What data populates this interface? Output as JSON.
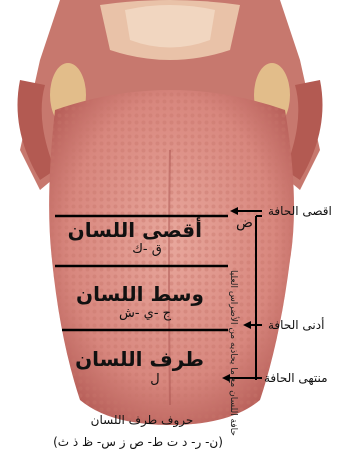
{
  "zones": [
    {
      "name": "أقصى اللسان",
      "letters": "ق -ك"
    },
    {
      "name": "وسط اللسان",
      "letters": "ج -ي -ش"
    },
    {
      "name": "طرف اللسان",
      "letters": "ل"
    }
  ],
  "side_labels": {
    "top": "اقصى الحافة",
    "middle": "أدنى الحافة",
    "bottom": "منتهى الحافة"
  },
  "edge_letter": "ض",
  "edge_caption": "حافة اللسان مع ما يحاذيه من الأضراس العليا",
  "footer": {
    "title": "حروف طرف اللسان",
    "letters": "(ن- ر- د ت ط- ص ز س- ظ ذ ث)"
  },
  "colors": {
    "tongue": "#dc8f86",
    "tongue_dark": "#b8605a",
    "throat": "#c7786e",
    "lines": "#000000"
  }
}
